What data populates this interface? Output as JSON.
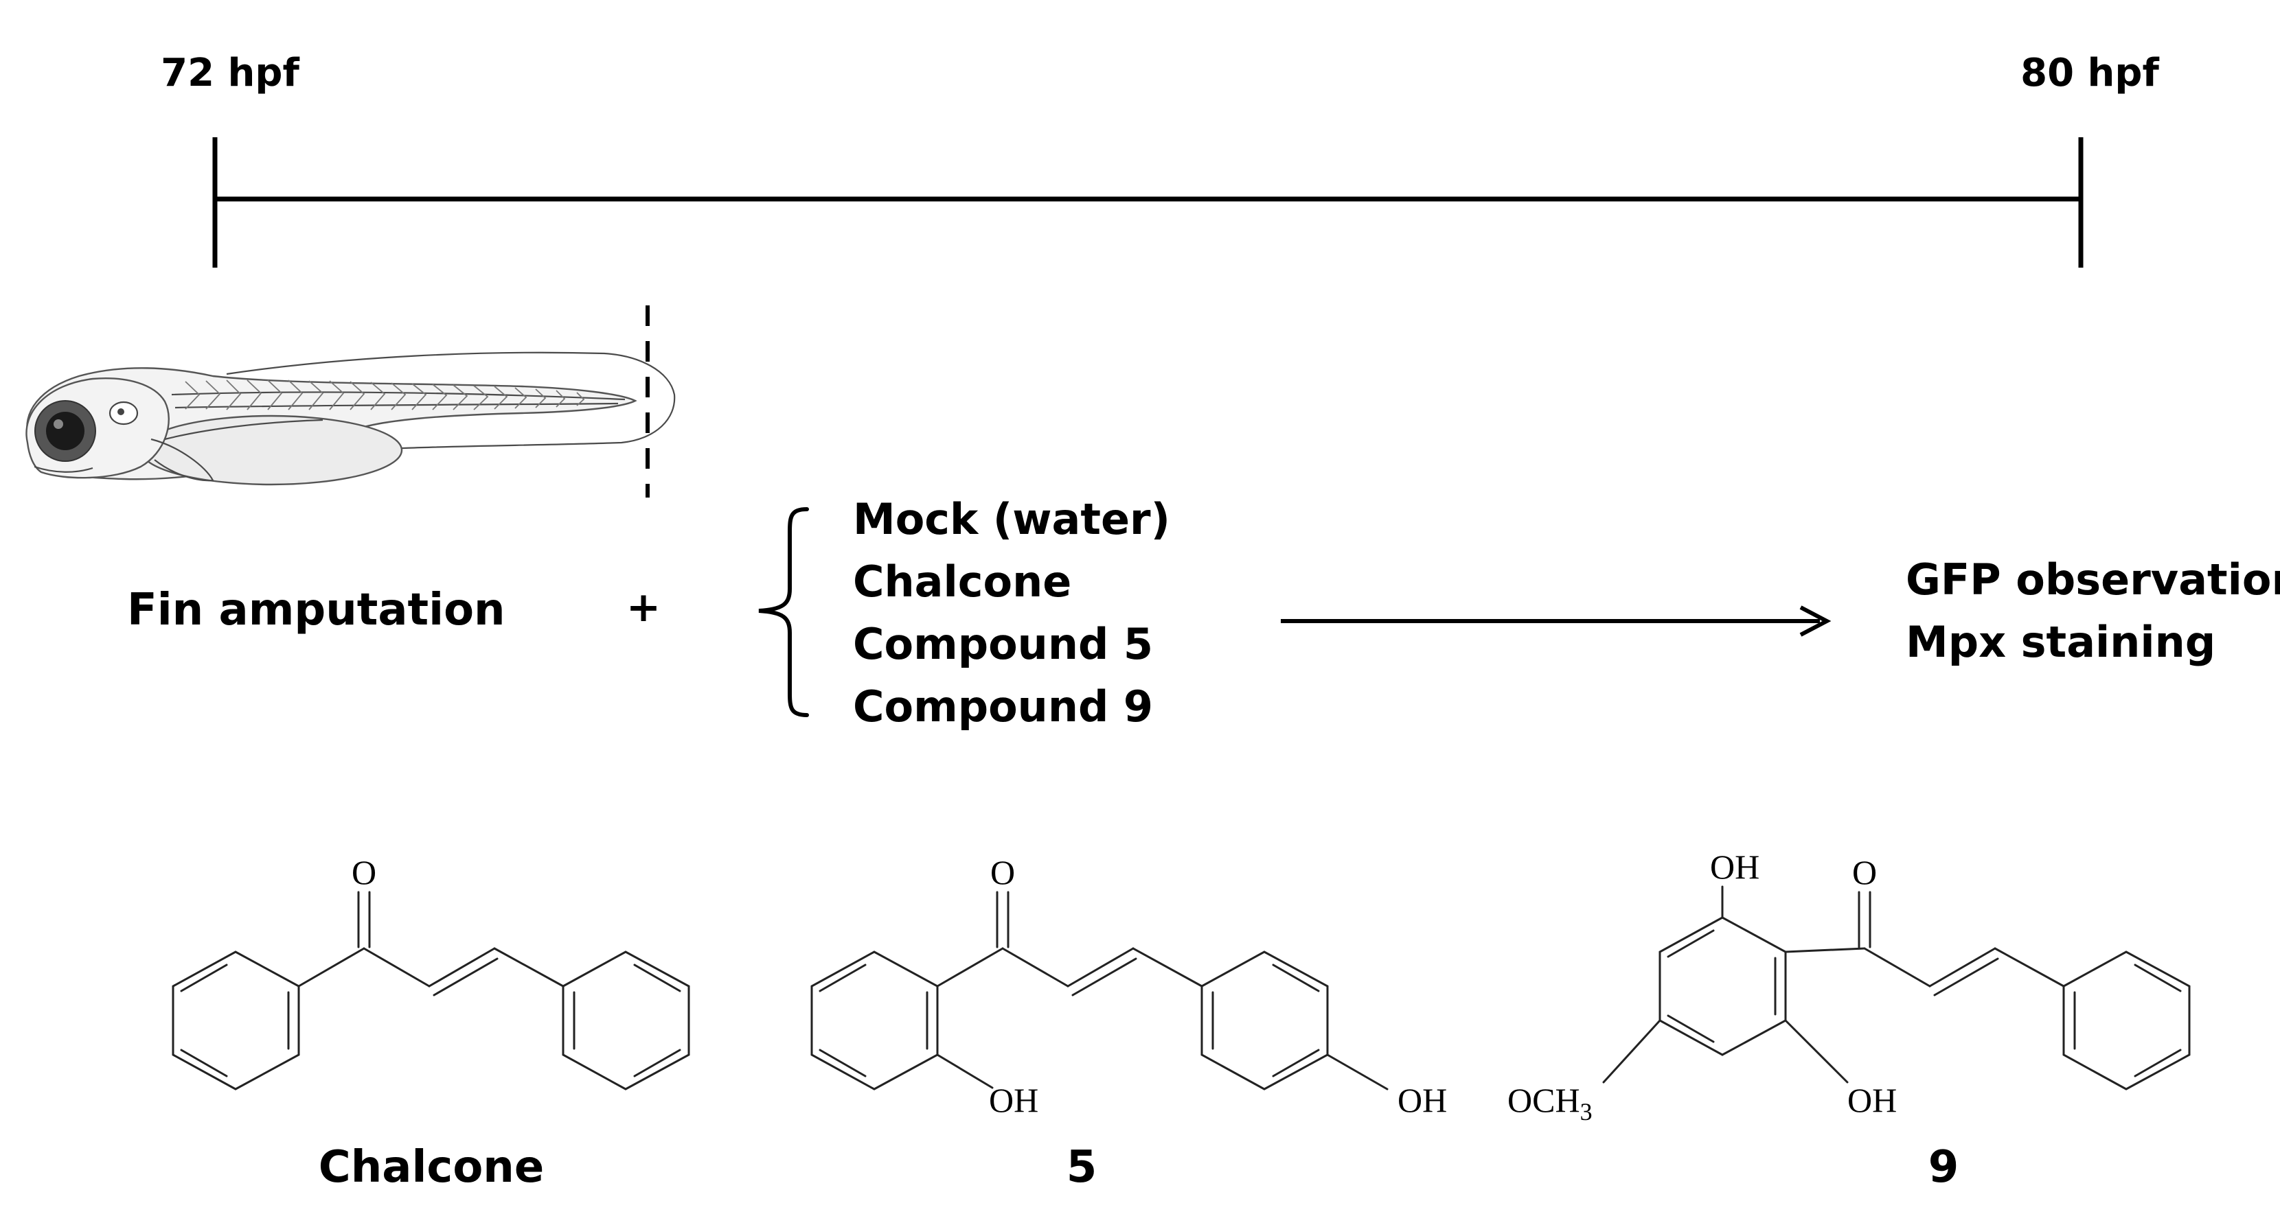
{
  "timeline": {
    "start_label": "72 hpf",
    "end_label": "80 hpf"
  },
  "procedure": {
    "step_label": "Fin amputation",
    "plus_sign": "+",
    "treatments": [
      "Mock (water)",
      "Chalcone",
      "Compound 5",
      "Compound 9"
    ],
    "outcomes": [
      "GFP observation",
      "Mpx staining"
    ]
  },
  "structures": {
    "chalcone": {
      "name": "Chalcone",
      "atoms": {
        "carbonyl_O": "O"
      }
    },
    "compound_5": {
      "name": "5",
      "atoms": {
        "carbonyl_O": "O",
        "ring_a_OH": "OH",
        "ring_b_OH": "OH"
      }
    },
    "compound_9": {
      "name": "9",
      "atoms": {
        "carbonyl_O": "O",
        "top_OH": "OH",
        "bottom_OH": "OH",
        "methoxy": "OCH",
        "methoxy_sub": "3"
      }
    }
  },
  "colors": {
    "ink": "#000000",
    "bond": "#222222",
    "fish_body": "#f3f3f3"
  }
}
